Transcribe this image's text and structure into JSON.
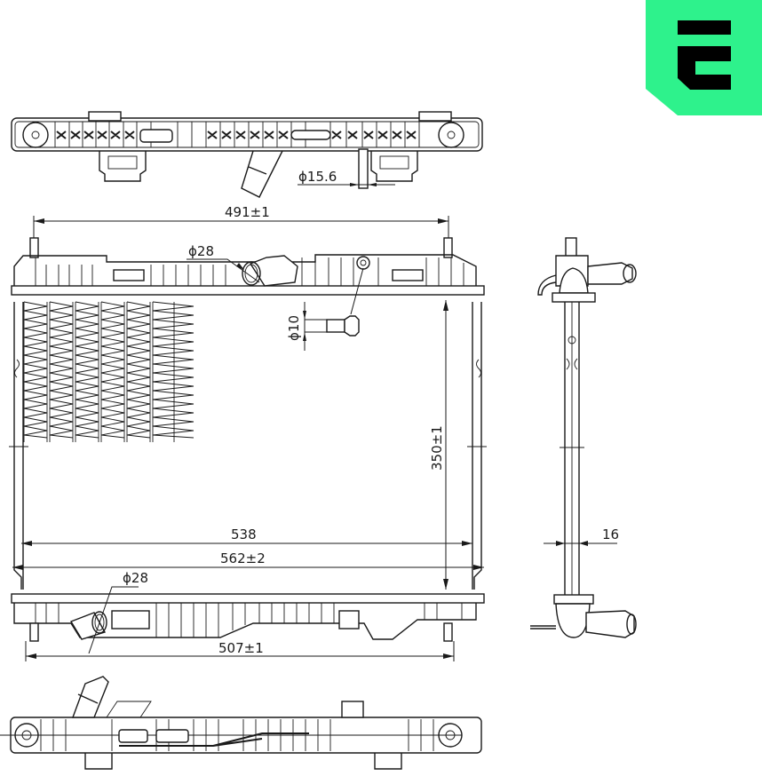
{
  "drawing": {
    "subject": "radiator technical drawing",
    "views": [
      "top-view",
      "front-view",
      "side-view",
      "bottom-view"
    ]
  },
  "brand": {
    "logo_letter": "E",
    "logo_bg_color": "#2EF28C",
    "logo_fg_color": "#000000"
  },
  "dimensions": {
    "top_outlet_diameter": "ϕ15.6",
    "upper_mount_spacing": "491±1",
    "upper_hose_diameter": "ϕ28",
    "drain_plug_diameter": "ϕ10",
    "core_height": "350±1",
    "core_width": "538",
    "overall_width": "562±2",
    "lower_hose_diameter": "ϕ28",
    "lower_mount_spacing": "507±1",
    "core_thickness": "16"
  }
}
